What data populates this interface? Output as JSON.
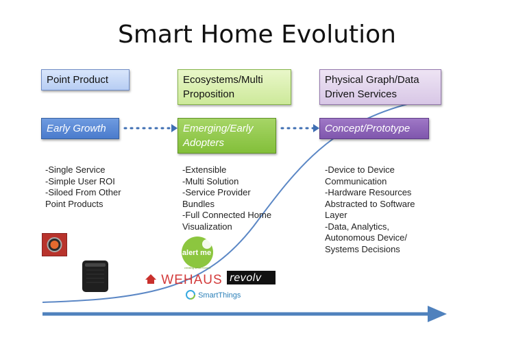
{
  "title": "Smart Home Evolution",
  "stages": [
    {
      "category": "Point Product",
      "phase": "Early Growth",
      "bullets": [
        "-Single Service",
        "-Simple User ROI",
        "-Siloed From Other",
        "Point Products"
      ]
    },
    {
      "category_lines": [
        "Ecosystems/Multi",
        "Proposition"
      ],
      "phase_lines": [
        "Emerging/Early",
        "Adopters"
      ],
      "bullets": [
        "-Extensible",
        "-Multi Solution",
        "-Service Provider",
        "Bundles",
        "-Full Connected Home",
        "Visualization"
      ]
    },
    {
      "category_lines": [
        "Physical Graph/Data",
        "Driven Services"
      ],
      "phase": "Concept/Prototype",
      "bullets": [
        "-Device to Device",
        "Communication",
        "-Hardware Resources",
        "Abstracted to Software",
        "Layer",
        "-Data, Analytics,",
        "Autonomous Device/",
        "Systems Decisions"
      ]
    }
  ],
  "logos": {
    "alertme_text": "alert me",
    "alertme_tagline": "creating smart homes",
    "wehaus": "WEHAUS",
    "revolv": "revolv",
    "smartthings": "SmartThings"
  },
  "colors": {
    "curve": "#5b87c5",
    "axis_arrow": "#4f81bd",
    "dots": "#3f6fb3",
    "blue": "#4a7bcc",
    "green": "#83bf3a",
    "purple": "#7f56ad"
  }
}
